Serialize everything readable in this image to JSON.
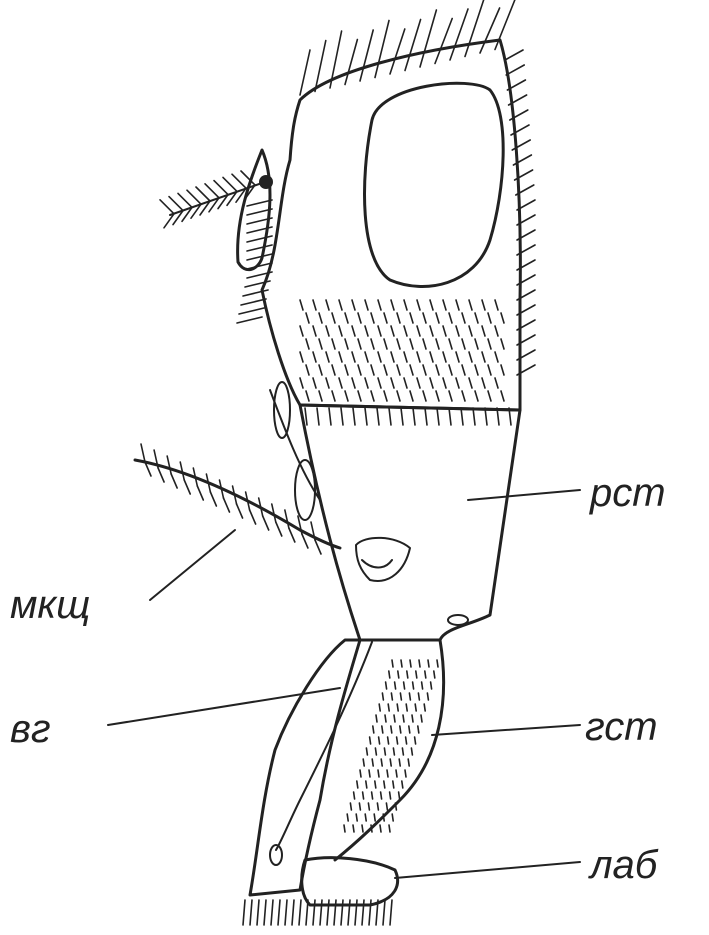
{
  "labels": {
    "rst": "рст",
    "mksch": "мкщ",
    "vg": "вг",
    "gst": "гст",
    "lab": "лаб"
  },
  "colors": {
    "line": "#222222",
    "background": "#ffffff"
  }
}
